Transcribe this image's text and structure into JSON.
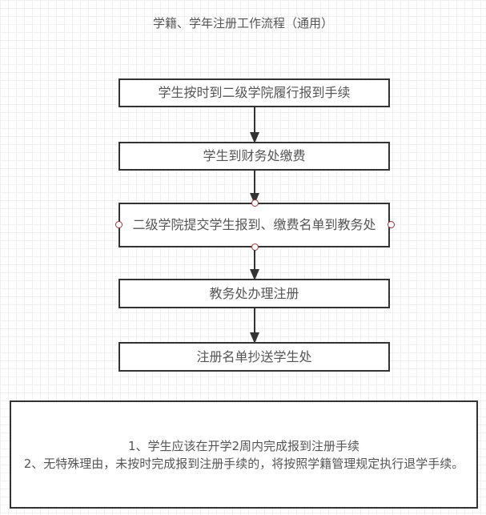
{
  "title": "学籍、学年注册工作流程（通用）",
  "steps": [
    "学生按时到二级学院履行报到手续",
    "学生到财务处缴费",
    "二级学院提交学生报到、缴费名单到教务处",
    "教务处办理注册",
    "注册名单抄送学生处"
  ],
  "notes": [
    "1、学生应该在开学2周内完成报到注册手续",
    "2、无特殊理由，未按时完成报到注册手续的，将按照学籍管理规定执行退学手续。"
  ]
}
